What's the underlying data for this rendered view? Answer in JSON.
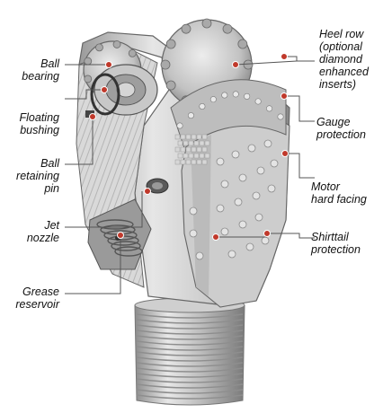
{
  "diagram": {
    "colors": {
      "steel_light": "#e2e2e2",
      "steel_mid": "#b8b8b8",
      "steel_dark": "#6f6f6f",
      "callout_dot": "#c0392b",
      "leader_line": "#555555"
    },
    "labels": {
      "ball_bearing": [
        "Ball",
        "bearing"
      ],
      "floating_bushing": [
        "Floating",
        "bushing"
      ],
      "ball_retaining_pin": [
        "Ball",
        "retaining",
        "pin"
      ],
      "jet_nozzle": [
        "Jet",
        "nozzle"
      ],
      "grease_reservoir": [
        "Grease",
        "reservoir"
      ],
      "heel_row": [
        "Heel row",
        "(optional",
        "diamond",
        "enhanced",
        "inserts)"
      ],
      "gauge_protection": [
        "Gauge",
        "protection"
      ],
      "motor_hard_facing": [
        "Motor",
        "hard facing"
      ],
      "shirttail_protection": [
        "Shirttail",
        "protection"
      ]
    }
  }
}
